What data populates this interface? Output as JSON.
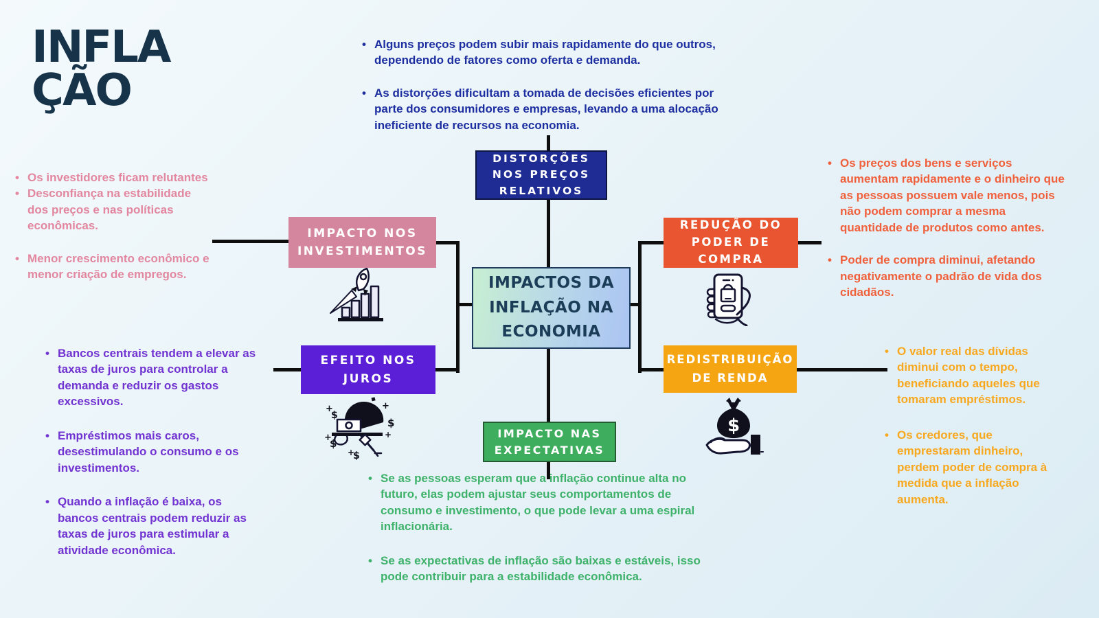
{
  "title": "INFLA\nÇÃO",
  "center_node": {
    "label": "IMPACTOS DA\nINFLAÇÃO NA\nECONOMIA"
  },
  "nodes": {
    "distorcoes": {
      "label": "DISTORÇÕES\nNOS PREÇOS\nRELATIVOS"
    },
    "investimentos": {
      "label": "IMPACTO NOS\nINVESTIMENTOS"
    },
    "juros": {
      "label": "EFEITO NOS\nJUROS"
    },
    "poder_compra": {
      "label": "REDUÇÃO DO\nPODER DE\nCOMPRA"
    },
    "renda": {
      "label": "REDISTRIBUIÇÃO\nDE RENDA"
    },
    "expectativas": {
      "label": "IMPACTO NAS\nEXPECTATIVAS"
    }
  },
  "bullets": {
    "distorcoes": [
      "Alguns preços podem subir mais rapidamente do que outros, dependendo de fatores como oferta e demanda.",
      "As distorções dificultam a tomada de decisões eficientes por parte dos consumidores e empresas, levando a uma alocação ineficiente de recursos na economia."
    ],
    "investimentos": [
      "Os investidores ficam relutantes",
      "Desconfiança na estabilidade dos preços e nas políticas econômicas.",
      "Menor crescimento econômico e menor criação de empregos."
    ],
    "juros": [
      "Bancos centrais tendem a elevar as taxas de juros para controlar a demanda e reduzir os gastos excessivos.",
      "Empréstimos mais caros, desestimulando o consumo e os investimentos.",
      "Quando a inflação é baixa, os bancos centrais podem reduzir as taxas de juros para estimular a atividade econômica."
    ],
    "poder_compra": [
      "Os preços dos bens e serviços aumentam rapidamente e o dinheiro que as pessoas possuem vale menos, pois não podem comprar a mesma quantidade de produtos como antes.",
      "Poder de compra diminui, afetando negativamente o padrão de vida dos cidadãos."
    ],
    "renda": [
      "O valor real das dívidas diminui com o tempo, beneficiando aqueles que tomaram empréstimos.",
      "Os credores, que emprestaram dinheiro, perdem poder de compra à medida que a inflação aumenta."
    ],
    "expectativas": [
      "Se as pessoas esperam que a inflação continue alta no futuro, elas podem ajustar seus comportamentos de consumo e investimento, o que pode levar a uma espiral inflacionária.",
      "Se as expectativas de inflação são baixas e estáveis, isso pode contribuir para a estabilidade econômica."
    ]
  },
  "icons": {
    "investimentos": "rocket-growth-chart",
    "juros": "money-tray",
    "poder_compra": "phone-shopping-hand",
    "renda": "money-bag-hand"
  },
  "colors": {
    "background": "#eaf4f9",
    "title": "#173349",
    "connector": "#0e0e0e",
    "distorcoes_box": "#1f2c94",
    "distorcoes_text": "#1d2ea1",
    "investimentos_box": "#d5869f",
    "investimentos_text": "#e2879f",
    "juros_box": "#5a1fd6",
    "juros_text": "#7133d1",
    "poder_compra_box": "#e85530",
    "poder_compra_text": "#f0603c",
    "renda_box": "#f6a512",
    "renda_text": "#f8a81f",
    "expectativas_box": "#3fad5e",
    "expectativas_text": "#3eb26a",
    "center_gradient_from": "#c7efd2",
    "center_gradient_to": "#abc4f3",
    "center_text": "#1c3d57"
  }
}
